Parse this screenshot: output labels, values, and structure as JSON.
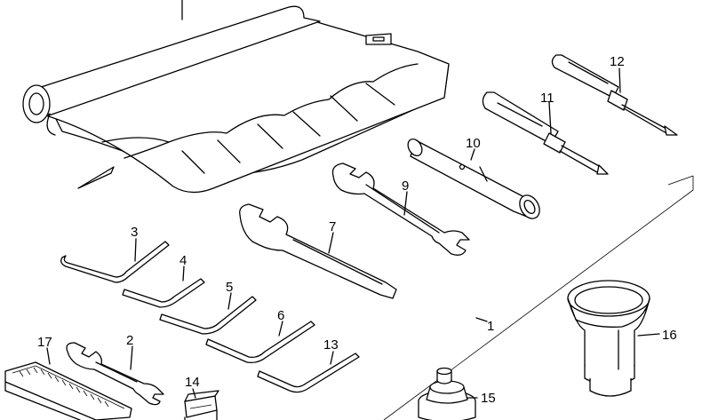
{
  "callouts": {
    "c1": "1",
    "c2": "2",
    "c3": "3",
    "c4": "4",
    "c5": "5",
    "c6": "6",
    "c7": "7",
    "c9": "9",
    "c10": "10",
    "c11": "11",
    "c12": "12",
    "c13": "13",
    "c14": "14",
    "c15": "15",
    "c16": "16",
    "c17": "17"
  }
}
